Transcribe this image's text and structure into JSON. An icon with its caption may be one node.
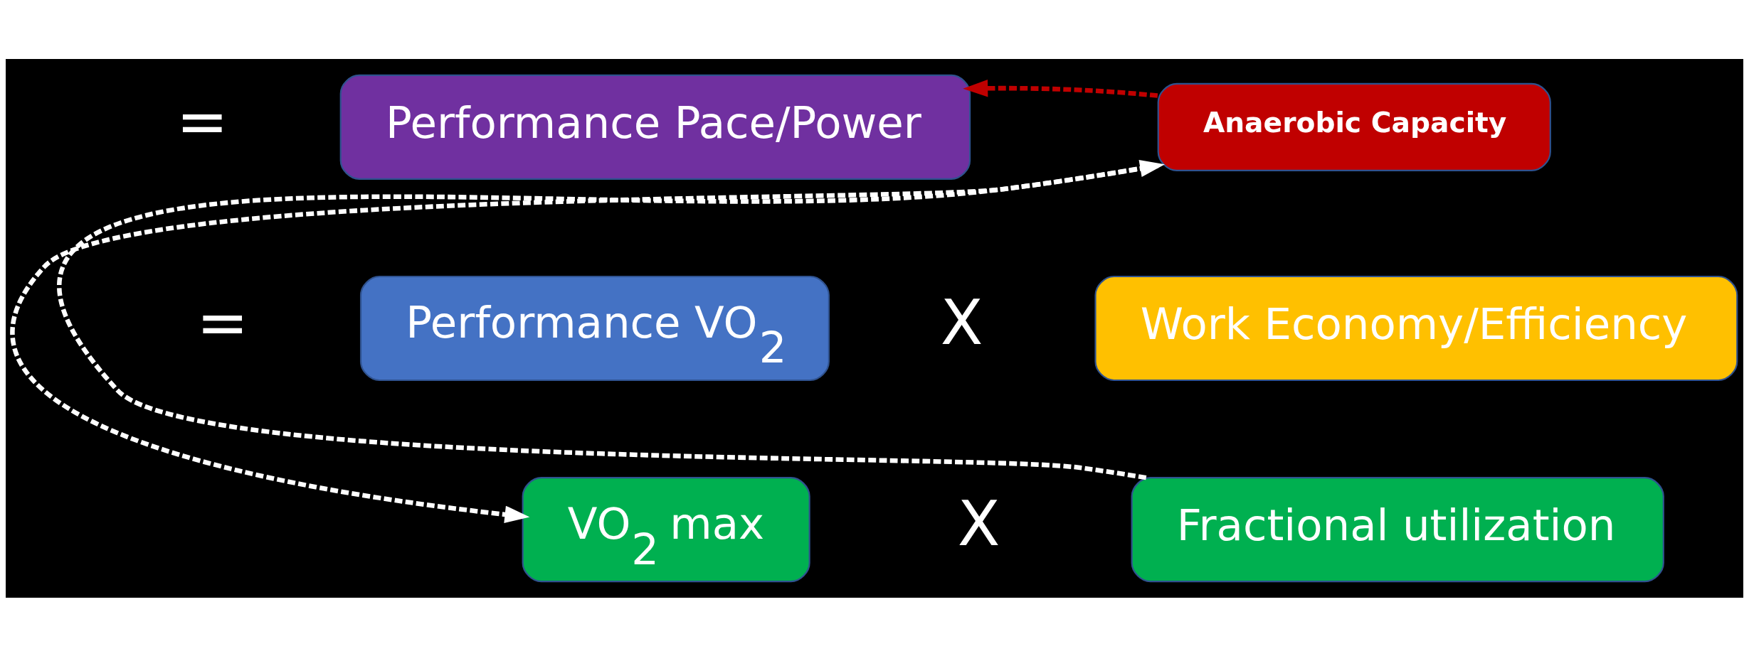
{
  "diagram": {
    "nodes": [
      {
        "text": [
          "Performance Pace/Power"
        ]
      },
      {
        "text": [
          "Anaerobic Capacity"
        ]
      },
      {
        "text": [
          "Performance VO$_{2}$"
        ]
      },
      {
        "text": [
          "Work Economy/Efficiency"
        ]
      },
      {
        "text": [
          "VO$_{2}$ max"
        ]
      },
      {
        "text": [
          "Fractional utilization"
        ]
      }
    ],
    "edges": [
      {
        "from": 1,
        "to": 0,
        "arrow": "to",
        "style": "dashed",
        "color": "#c00000"
      },
      {
        "from": 5,
        "to": 1,
        "arrow": "to",
        "style": "dashed"
      },
      {
        "from": 1,
        "to": 4,
        "arrow": "to",
        "style": "dashed"
      }
    ],
    "labels": [
      "=",
      "=",
      "X",
      "X"
    ]
  }
}
